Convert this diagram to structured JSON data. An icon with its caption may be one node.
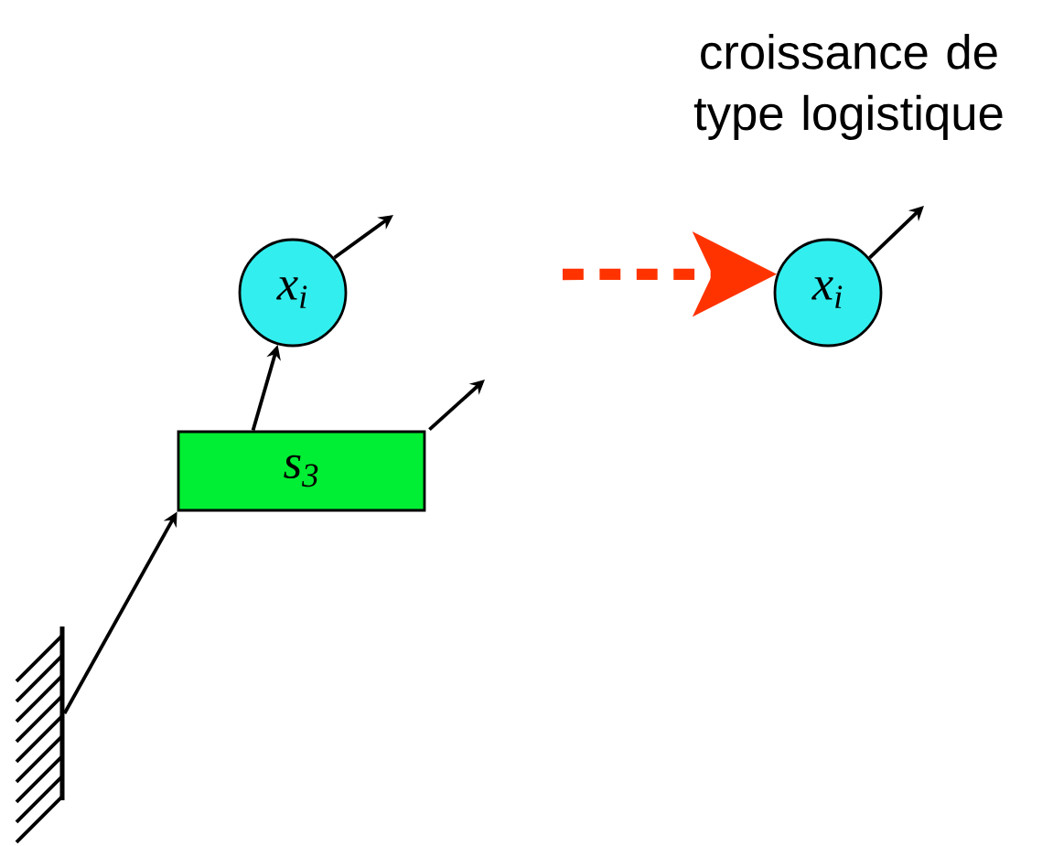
{
  "diagram": {
    "title": "croissance de type logistique",
    "nodes": [
      {
        "text": [],
        "shape": "bar"
      },
      {
        "text": [
          "*s*$_{3}$"
        ]
      },
      {
        "text": [
          "x$_{i}$"
        ]
      },
      {
        "text": [
          "x$_{i}$"
        ]
      }
    ],
    "edges": [
      {
        "from": 0,
        "to": 1,
        "arrow": "to"
      },
      {
        "from": 1,
        "to": 2,
        "arrow": "to"
      },
      {
        "from": 2,
        "to": null,
        "arrow": "to"
      },
      {
        "from": 1,
        "to": null,
        "arrow": "to"
      },
      {
        "from": null,
        "to": 3,
        "arrow": "to",
        "style": "dashed",
        "color": "#ff3300"
      },
      {
        "from": 3,
        "to": null,
        "arrow": "to"
      }
    ]
  }
}
